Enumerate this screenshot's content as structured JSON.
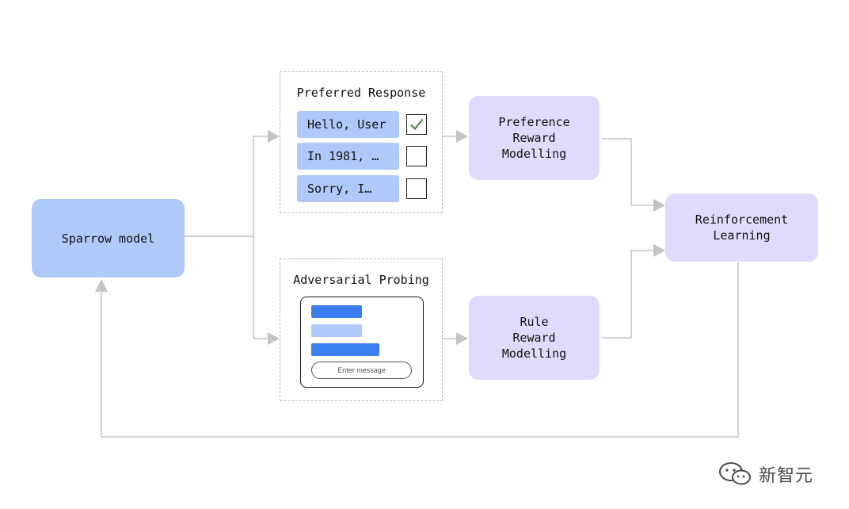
{
  "nodes": {
    "sparrow_model": "Sparrow model",
    "preference_reward_modelling": "Preference\nReward\nModelling",
    "rule_reward_modelling": "Rule\nReward\nModelling",
    "reinforcement_learning": "Reinforcement\nLearning"
  },
  "preferred_response": {
    "title": "Preferred Response",
    "responses": [
      {
        "text": "Hello, User",
        "checked": true
      },
      {
        "text": "In 1981, …",
        "checked": false
      },
      {
        "text": "Sorry, I…",
        "checked": false
      }
    ]
  },
  "adversarial_probing": {
    "title": "Adversarial Probing",
    "input_placeholder": "Enter message"
  },
  "watermark": {
    "text": "新智元"
  },
  "colors": {
    "model_blue": "#aec9fa",
    "reward_purple": "#e2dafd",
    "chat_bar_dark": "#3b7ef0",
    "chat_bar_light": "#aec9fa",
    "connector_gray": "#c4c4c4",
    "check_green": "#3c7d32"
  }
}
